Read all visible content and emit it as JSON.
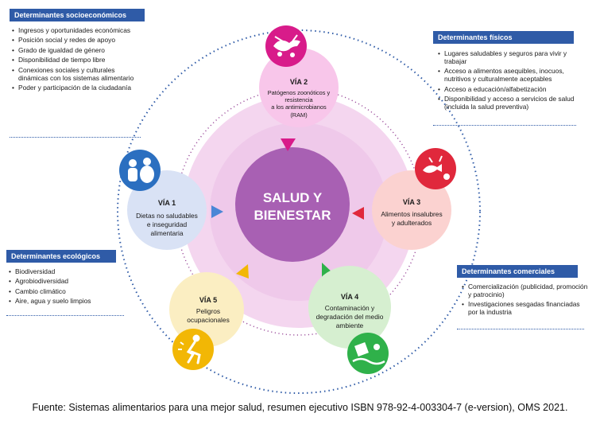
{
  "center": {
    "line1": "SALUD Y",
    "line2": "BIENESTAR"
  },
  "vias": [
    {
      "title": "VÍA 1",
      "lines": [
        "Dietas no saludables",
        "e inseguridad",
        "alimentaria"
      ],
      "icon": "people-icon",
      "color": "#2b6fc0"
    },
    {
      "title": "VÍA 2",
      "lines": [
        "Patógenos zoonóticos y",
        "resistencia",
        "a los antimicrobianos"
      ],
      "extra": "(RAM)",
      "icon": "zoonotic-icon",
      "color": "#d81b8a"
    },
    {
      "title": "VÍA 3",
      "lines": [
        "Alimentos insalubres",
        "y adulterados"
      ],
      "icon": "food-hazard-icon",
      "color": "#e0283c"
    },
    {
      "title": "VÍA 4",
      "lines": [
        "Contaminación y",
        "degradación  del medio",
        "ambiente"
      ],
      "icon": "environment-icon",
      "color": "#2fb14a"
    },
    {
      "title": "VÍA 5",
      "lines": [
        "Peligros",
        "ocupacionales"
      ],
      "icon": "worker-icon",
      "color": "#f2b705"
    }
  ],
  "determinants": {
    "socio": {
      "title": "Determinantes socioeconómicos",
      "items": [
        "Ingresos y oportunidades económicas",
        "Posición social y redes de apoyo",
        "Grado de igualdad de género",
        "Disponibilidad de tiempo libre",
        "Conexiones sociales y culturales dinámicas con los sistemas alimentario",
        "Poder y participación de la ciudadanía"
      ]
    },
    "fisicos": {
      "title": "Determinantes físicos",
      "items": [
        "Lugares saludables y seguros para vivir y trabajar",
        "Acceso a alimentos asequibles, inocuos, nutritivos y culturalmente aceptables",
        "Acceso a educación/alfabetización",
        "Disponibilidad y acceso a servicios de salud (incluida la salud preventiva)"
      ]
    },
    "ecologicos": {
      "title": "Determinantes ecológicos",
      "items": [
        "Biodiversidad",
        "Agrobiodiversidad",
        "Cambio climático",
        "Aire, agua y suelo limpios"
      ]
    },
    "comerciales": {
      "title": "Determinantes comerciales",
      "items": [
        "Comercialización (publicidad, promoción y patrocinio)",
        "Investigaciones sesgadas financiadas por la industria"
      ]
    }
  },
  "source": "Fuente: Sistemas alimentarios para una mejor salud, resumen ejecutivo ISBN 978-92-4-003304-7 (e-version), OMS 2021."
}
